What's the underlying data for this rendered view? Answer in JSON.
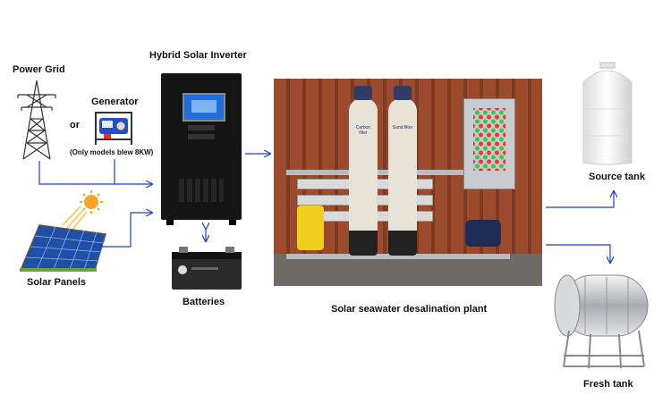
{
  "labels": {
    "power_grid": "Power Grid",
    "or": "or",
    "generator": "Generator",
    "generator_note": "(Only models blew 8KW)",
    "inverter": "Hybrid Solar Inverter",
    "solar_panels": "Solar Panels",
    "batteries": "Batteries",
    "plant": "Solar seawater desalination plant",
    "source_tank": "Source tank",
    "fresh_tank": "Fresh tank"
  },
  "plant_filters": {
    "left": "Carbon filter",
    "right": "Sand filter"
  },
  "colors": {
    "arrow": "#1a3fd1",
    "inverter_body": "#141414",
    "inverter_screen": "#1e6fd9",
    "container_wall": "#9b4a2c",
    "tank_white": "#f2f2f2",
    "steel": "#c9ccd0",
    "sun": "#f5a623"
  }
}
